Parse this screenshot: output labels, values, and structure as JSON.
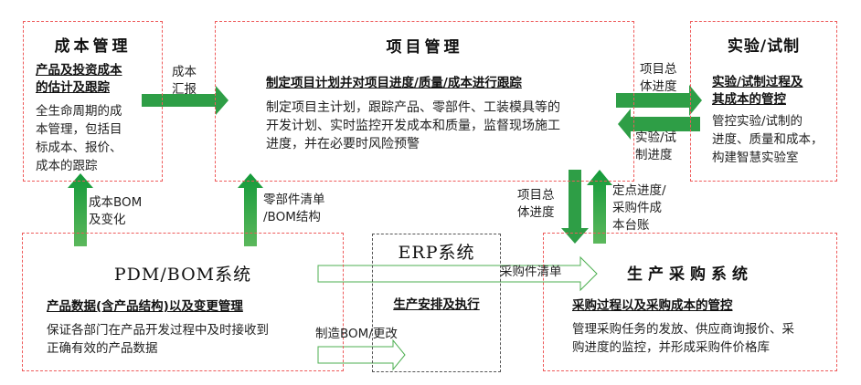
{
  "colors": {
    "accent_green": "#2e9e46",
    "dash_red": "#ee5a5a",
    "dash_gray": "#555555",
    "outline_green": "#4caf50"
  },
  "boxes": {
    "cost": {
      "title": "成本管理",
      "subtitle_lines": [
        "产品及投资成本",
        "的估计及跟踪"
      ],
      "desc_lines": [
        "全生命周期的成",
        "本管理，包括目",
        "标成本、报价、",
        "成本的跟踪"
      ]
    },
    "project": {
      "title": "项目管理",
      "subtitle": "制定项目计划并对项目进度/质量/成本进行跟踪",
      "desc_lines": [
        "制定项目主计划，跟踪产品、零部件、工装模具等的",
        "开发计划、实时监控开发成本和质量，监督现场施工",
        "进度，并在必要时风险预警"
      ]
    },
    "trial": {
      "title": "实验/试制",
      "subtitle_lines": [
        "实验/试制过程及",
        "其成本的管控"
      ],
      "desc_lines": [
        "管控实验/试制的",
        "进度、质量和成本，",
        "构建智慧实验室"
      ]
    },
    "pdm": {
      "title": "PDM/BOM系统",
      "subtitle": "产品数据(含产品结构)以及变更管理",
      "desc_lines": [
        "保证各部门在产品开发过程中及时接收到",
        "正确有效的产品数据"
      ]
    },
    "erp": {
      "title": "ERP系统",
      "subtitle": "生产安排及执行"
    },
    "purchase": {
      "title": "生产采购系统",
      "subtitle": "采购过程以及采购成本的管控",
      "desc_lines": [
        "管理采购任务的发放、供应商询报价、采",
        "购进度的监控，并形成采购件价格库"
      ]
    }
  },
  "arrow_labels": {
    "cost_report": [
      "成本",
      "汇报"
    ],
    "project_progress_right": [
      "项目总",
      "体进度"
    ],
    "trial_progress_left": [
      "实验/试",
      "制进度"
    ],
    "cost_bom": [
      "成本BOM",
      "及变化"
    ],
    "parts_bom": [
      "零部件清单",
      "/BOM结构"
    ],
    "project_progress_down": [
      "项目总",
      "体进度"
    ],
    "fixed_point_progress": [
      "定点进度/",
      "采购件成",
      "本台账"
    ],
    "purchase_list": "采购件清单",
    "mfg_bom": "制造BOM/更改"
  }
}
